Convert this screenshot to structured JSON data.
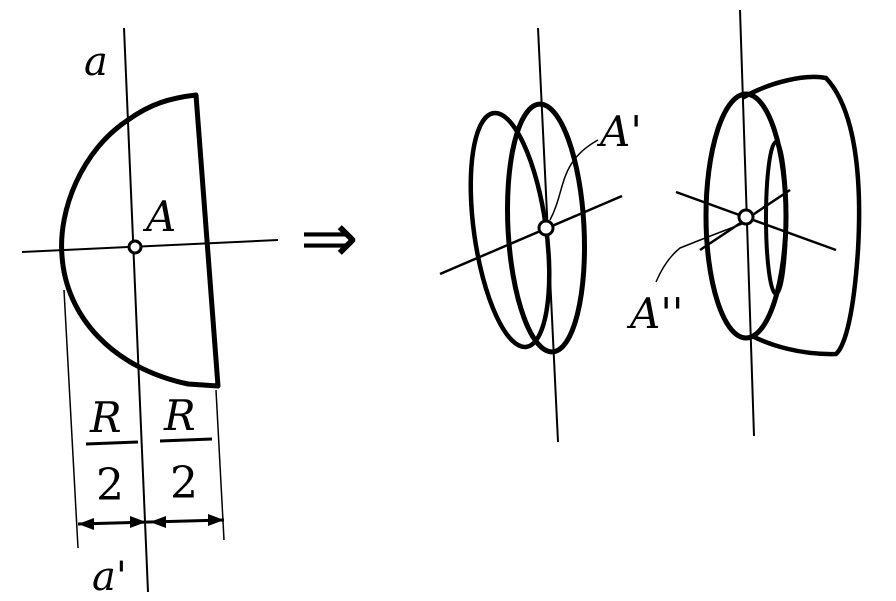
{
  "labels": {
    "axis_a": "a",
    "axis_a_prime": "a'",
    "point_A": "A",
    "point_A_prime": "A'",
    "point_A_double_prime": "A''",
    "dim_left_num": "R",
    "dim_left_den": "2",
    "dim_right_num": "R",
    "dim_right_den": "2"
  },
  "arrow_symbol": "⇒",
  "colors": {
    "stroke": "#000000",
    "background": "#ffffff"
  }
}
